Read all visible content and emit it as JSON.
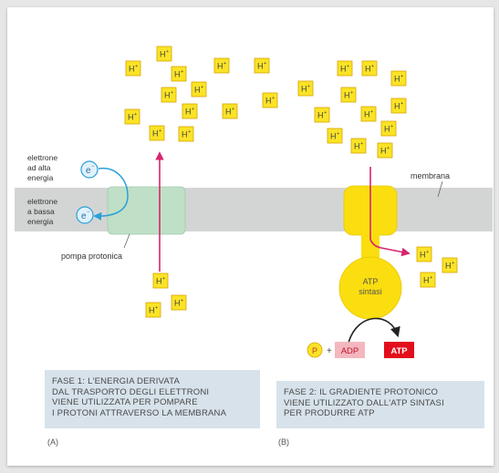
{
  "proton": {
    "base": "H",
    "sup": "+"
  },
  "labels": {
    "electron_high": [
      "elettrone",
      "ad alta",
      "energia"
    ],
    "electron_low": [
      "elettrone",
      "a bassa",
      "energia"
    ],
    "electron": {
      "base": "e",
      "sup": "−"
    },
    "pump": "pompa protonica",
    "membrane": "membrana",
    "atp_synthase": [
      "ATP",
      "sintasi"
    ],
    "phosphate": "P",
    "plus": "+",
    "adp": "ADP",
    "atp": "ATP"
  },
  "captions": {
    "a": "FASE 1: L'ENERGIA DERIVATA\nDAL TRASPORTO DEGLI ELETTRONI\nVIENE UTILIZZATA PER POMPARE\nI PROTONI ATTRAVERSO LA MEMBRANA",
    "b": "FASE 2: IL GRADIENTE PROTONICO\nVIENE UTILIZZATO DALL'ATP SINTASI\nPER PRODURRE ATP",
    "tag_a": "(A)",
    "tag_b": "(B)"
  },
  "colors": {
    "membrane": "#d3d5d4",
    "pump": "#bfe0c6",
    "atp_synthase": "#fbde0f",
    "proton_fill": "#fbe326",
    "proton_border": "#d7a500",
    "arrow_magenta": "#d6266f",
    "electron_blue": "#2a9fd8",
    "adp_fill": "#f4b7bf",
    "atp_fill": "#e30d1b",
    "caption_bg": "#d7e2ea"
  }
}
